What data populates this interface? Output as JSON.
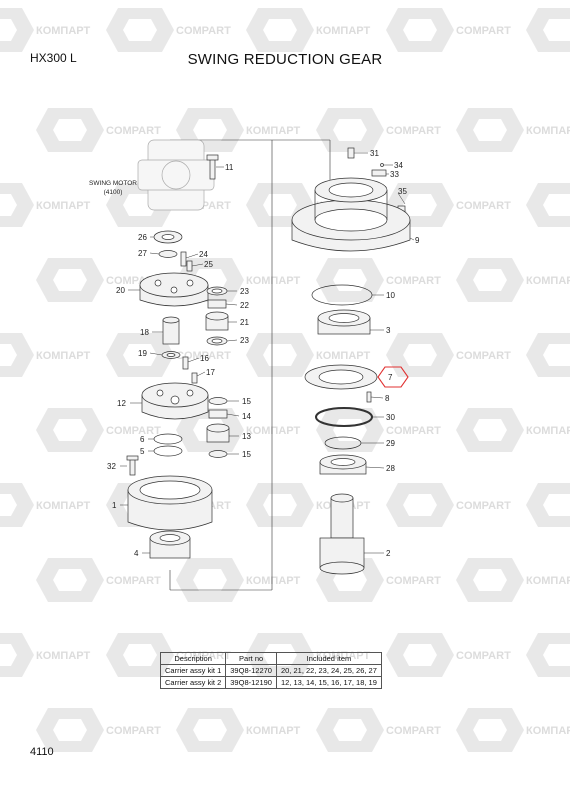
{
  "header": {
    "model": "HX300 L",
    "title": "SWING REDUCTION GEAR"
  },
  "watermark": {
    "text_a": "КОМПАРТ",
    "text_b": "COMPART",
    "color": "#dcdcdc"
  },
  "motor_label": {
    "line1": "SWING MOTOR",
    "line2": "(4100)"
  },
  "callouts": {
    "c1": "1",
    "c2a": "2",
    "c3": "3",
    "c4": "4",
    "c5": "5",
    "c6": "6",
    "c7": "7",
    "c8": "8",
    "c9": "9",
    "c10": "10",
    "c11": "11",
    "c12": "12",
    "c13": "13",
    "c14": "14",
    "c15a": "15",
    "c15b": "15",
    "c16": "16",
    "c17": "17",
    "c18": "18",
    "c19": "19",
    "c20": "20",
    "c21": "21",
    "c22": "22",
    "c23a": "23",
    "c23b": "23",
    "c24": "24",
    "c25": "25",
    "c26": "26",
    "c27": "27",
    "c28": "28",
    "c29": "29",
    "c30": "30",
    "c31": "31",
    "c32": "32",
    "c33": "33",
    "c34": "34",
    "c35": "35"
  },
  "highlight_color": "#e03030",
  "kit_table": {
    "headers": [
      "Description",
      "Part no",
      "Included item"
    ],
    "rows": [
      [
        "Carrier assy kit 1",
        "39Q8-12270",
        "20, 21, 22, 23, 24, 25, 26, 27"
      ],
      [
        "Carrier assy kit 2",
        "39Q8-12190",
        "12, 13, 14, 15, 16, 17, 18, 19"
      ]
    ]
  },
  "footer": {
    "page_number": "4110"
  }
}
